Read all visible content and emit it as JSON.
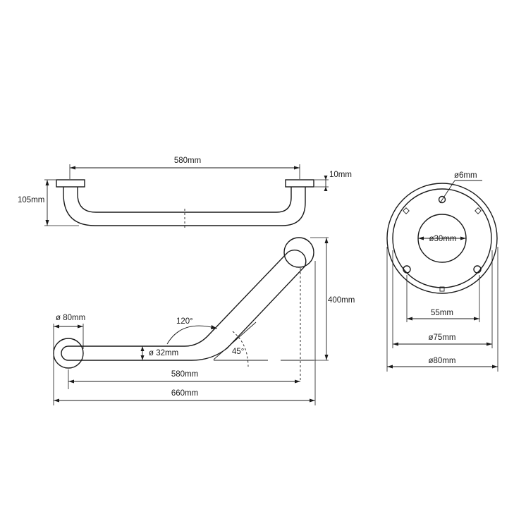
{
  "top_view": {
    "width_label": "580mm",
    "height_label": "105mm",
    "flange_label": "10mm"
  },
  "front_view": {
    "height_label": "400mm",
    "angle_inner_label": "120°",
    "angle_outer_label": "45°",
    "flange_dia_label": "ø 80mm",
    "tube_dia_label": "ø 32mm",
    "length_inner_label": "580mm",
    "length_total_label": "660mm"
  },
  "flange_view": {
    "hole_label": "ø6mm",
    "bore_label": "ø30mm",
    "hole_spacing_label": "55mm",
    "inner_dia_label": "ø75mm",
    "outer_dia_label": "ø80mm"
  }
}
